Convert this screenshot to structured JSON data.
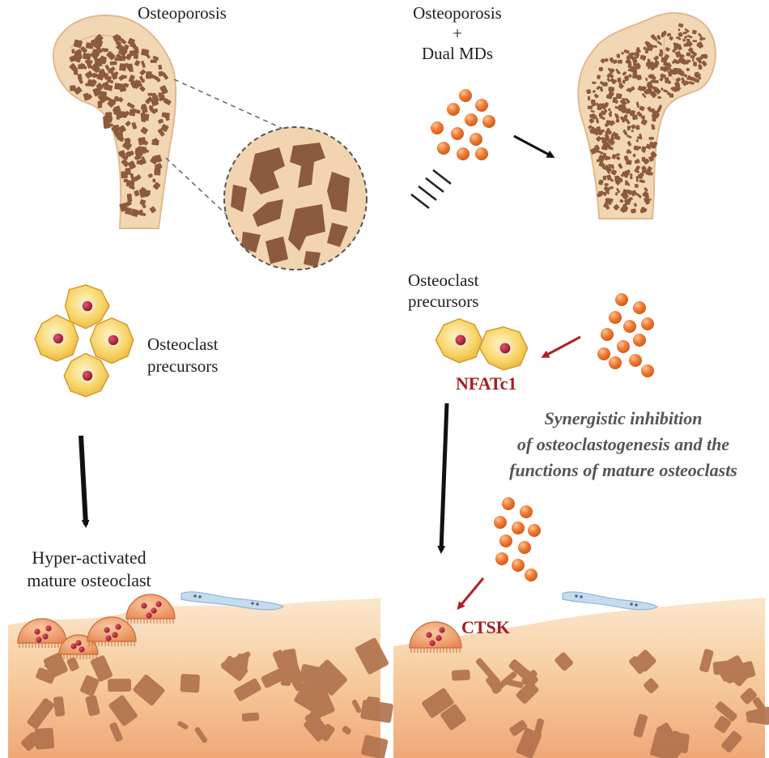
{
  "labels": {
    "osteoporosis_title": "Osteoporosis",
    "osteoporosis_mds_line1": "Osteoporosis",
    "osteoporosis_mds_plus": "+",
    "osteoporosis_mds_line2": "Dual MDs",
    "left_precursors_1": "Osteoclast",
    "left_precursors_2": "precursors",
    "right_precursors_1": "Osteoclast",
    "right_precursors_2": "precursors",
    "nfatc1": "NFATc1",
    "synergy_1": "Synergistic inhibition",
    "synergy_2": "of osteoclastogenesis and the",
    "synergy_3": "functions of mature osteoclasts",
    "hyper_1": "Hyper-activated",
    "hyper_2": "mature osteoclast",
    "ctsk": "CTSK"
  },
  "colors": {
    "bone": "#f2d7b4",
    "bone_edge": "#e2b98e",
    "trabecula": "#8c5a3c",
    "particle": "#f07a32",
    "cell_fill": "#f8d66a",
    "nucleus": "#b3243a",
    "inhibit_arrow": "#b21f2a",
    "osteoclast": "#f0a06e",
    "lining_cell": "#c5dcef"
  }
}
